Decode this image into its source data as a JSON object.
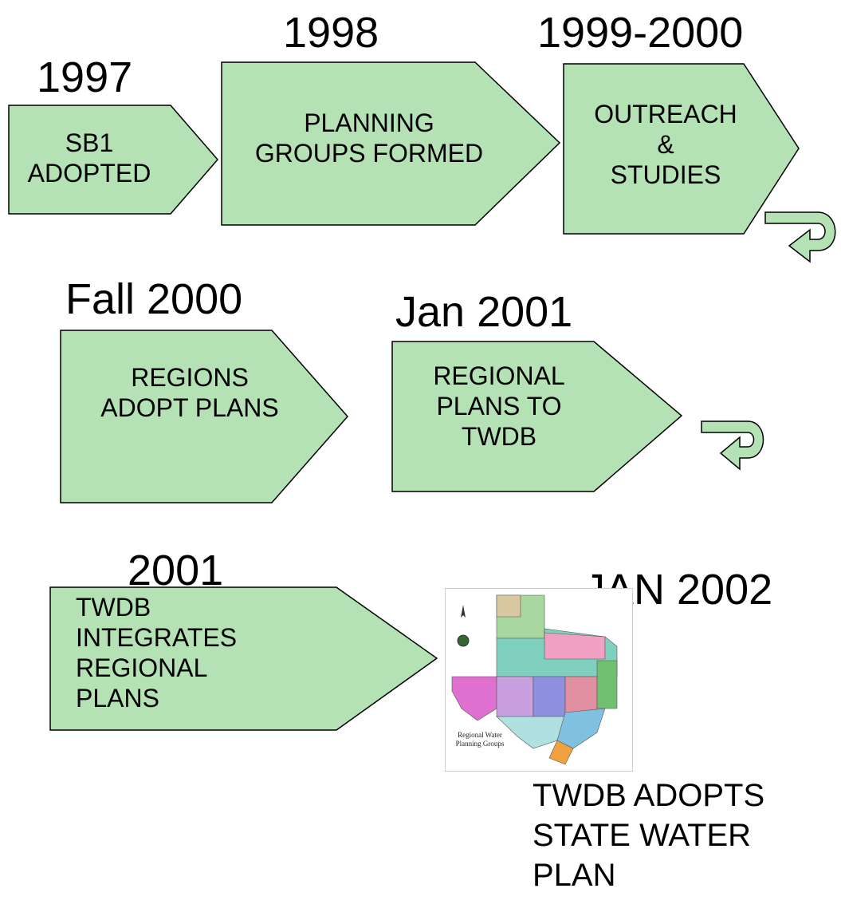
{
  "colors": {
    "box_fill": "#b4e2b4",
    "box_stroke": "#000000",
    "arrow_fill": "#b4e2b4"
  },
  "steps": [
    {
      "year": "1997",
      "lines": [
        "SB1",
        "ADOPTED"
      ]
    },
    {
      "year": "1998",
      "lines": [
        "PLANNING",
        "GROUPS FORMED"
      ]
    },
    {
      "year": "1999-2000",
      "lines": [
        "OUTREACH",
        "&",
        "STUDIES"
      ]
    },
    {
      "year": "Fall 2000",
      "lines": [
        "REGIONS",
        "ADOPT PLANS"
      ]
    },
    {
      "year": "Jan 2001",
      "lines": [
        "REGIONAL",
        "PLANS TO",
        "TWDB"
      ]
    },
    {
      "year": "2001",
      "lines": [
        "TWDB",
        "INTEGRATES",
        "REGIONAL",
        "PLANS"
      ]
    }
  ],
  "final": {
    "year": "JAN 2002",
    "caption_lines": [
      "TWDB ADOPTS",
      "STATE WATER",
      "PLAN"
    ],
    "map_caption_lines": [
      "Regional Water",
      "Planning Groups"
    ],
    "map_icon": "texas-regions-map"
  },
  "turn_arrows": [
    "u-turn-arrow-icon",
    "u-turn-arrow-icon"
  ]
}
